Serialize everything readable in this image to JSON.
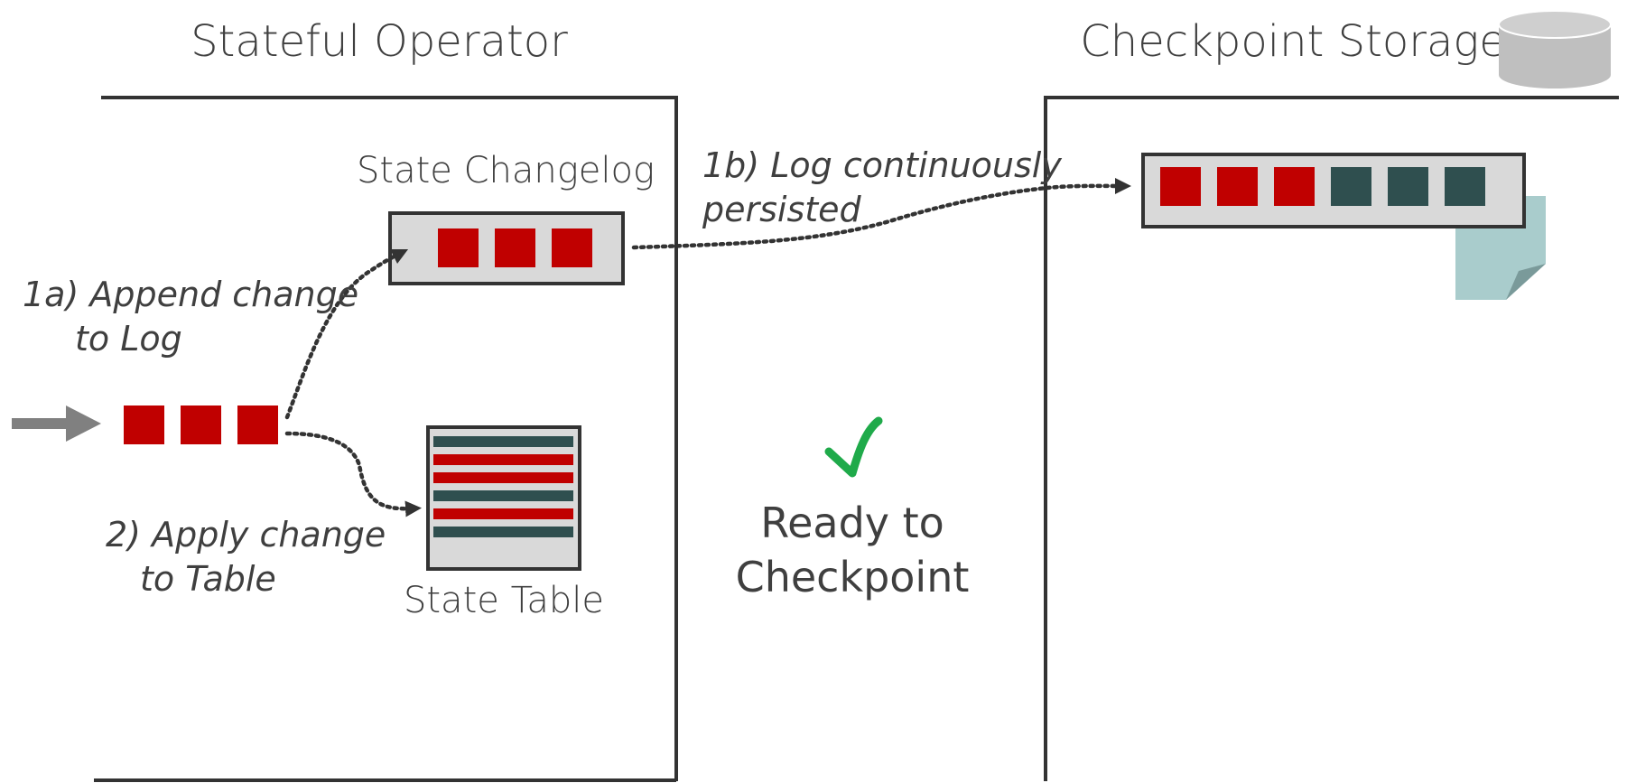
{
  "operator": {
    "title": "Stateful Operator"
  },
  "storage": {
    "title": "Checkpoint Storage",
    "icon": "database-cylinder-icon"
  },
  "changelog": {
    "label": "State Changelog",
    "records": [
      "red",
      "red",
      "red"
    ]
  },
  "state_table": {
    "label": "State Table",
    "rows": [
      "dark",
      "red",
      "red",
      "dark",
      "red",
      "dark"
    ]
  },
  "input": {
    "records": [
      "red",
      "red",
      "red"
    ]
  },
  "persisted_log": {
    "records": [
      "red",
      "red",
      "red",
      "dark",
      "dark",
      "dark"
    ]
  },
  "steps": {
    "step_1a_line1": "1a) Append change",
    "step_1a_line2": "to Log",
    "step_1b_line1": "1b) Log continuously",
    "step_1b_line2": "persisted",
    "step_2_line1": "2) Apply change",
    "step_2_line2": "to Table"
  },
  "status": {
    "line1": "Ready to",
    "line2": "Checkpoint",
    "icon": "checkmark-icon"
  },
  "colors": {
    "record_red": "#c00000",
    "record_dark": "#2f4f4f",
    "check_green": "#1faa4a",
    "document_teal": "#a9cccc",
    "arrow_gray": "#808080",
    "cylinder_gray": "#bfbfbf"
  }
}
